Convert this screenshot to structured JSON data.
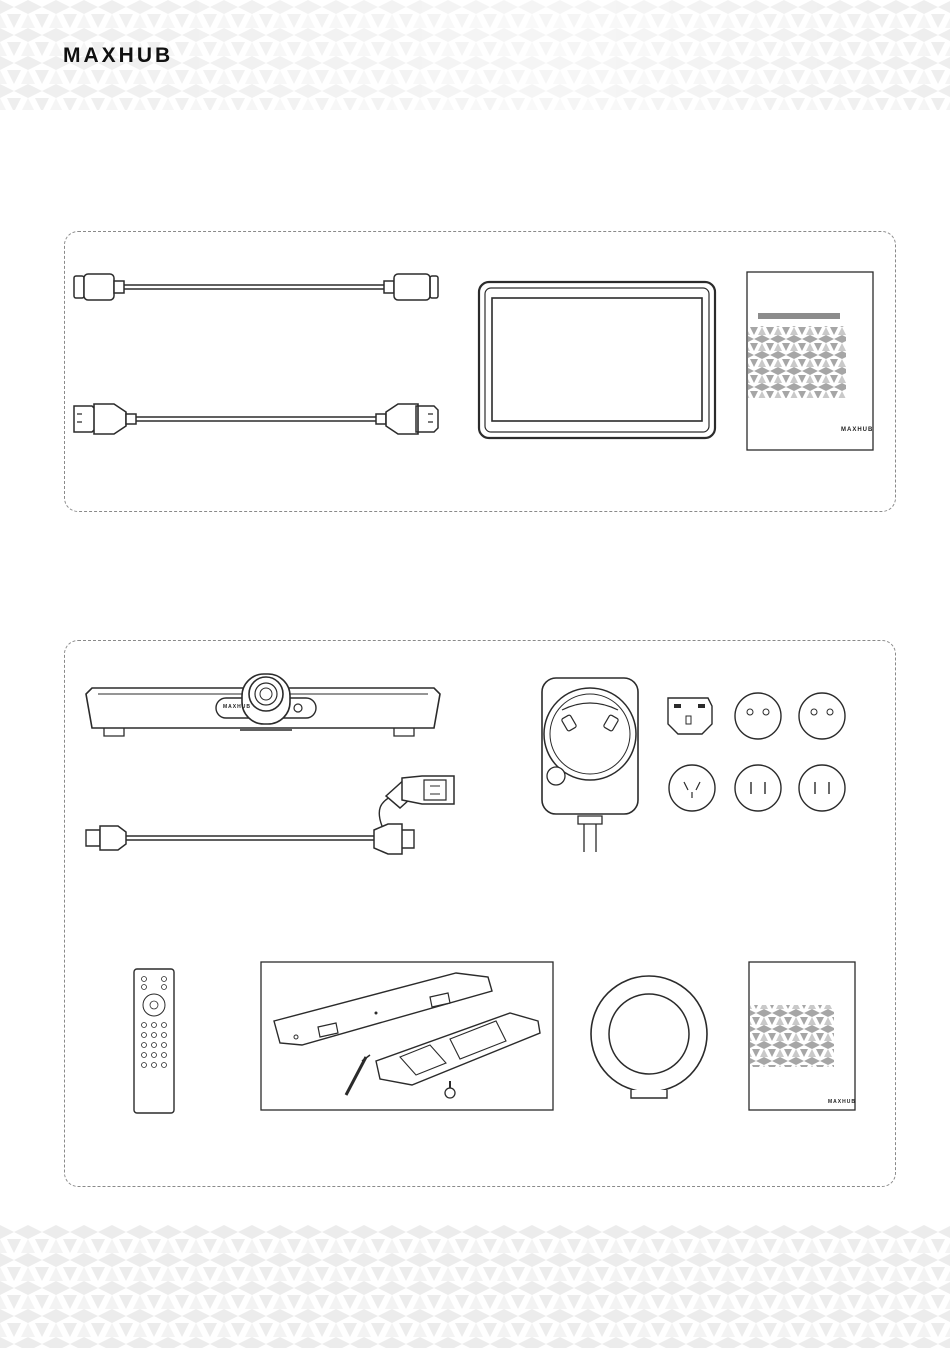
{
  "header": {
    "brand": "MAXHUB"
  },
  "icons": {
    "usb_c_cable": "usb-c-cable-icon",
    "hdmi_cable": "hdmi-cable-icon",
    "touch_panel": "touch-panel-icon",
    "panel_manual": "manual-booklet-icon",
    "video_bar": "video-bar-camera-icon",
    "usb_hdmi_cable": "usb-hdmi-combo-cable-icon",
    "power_adapter": "power-adapter-icon",
    "plug_adapters": "plug-adapters-icon",
    "remote": "remote-control-icon",
    "wall_mount": "wall-mount-kit-icon",
    "lens_cover": "lens-cover-icon",
    "bar_manual": "manual-booklet-icon"
  },
  "labels": {
    "video_bar_brand": "MAXHUB",
    "panel_manual_brand": "MAXHUB",
    "bar_manual_brand": "MAXHUB"
  },
  "colors": {
    "outline": "#2b2b2b",
    "dashed_border": "#8a8a8a",
    "pattern_gray": "#e9e9e9",
    "manual_pattern_gray": "#9e9e9e"
  }
}
